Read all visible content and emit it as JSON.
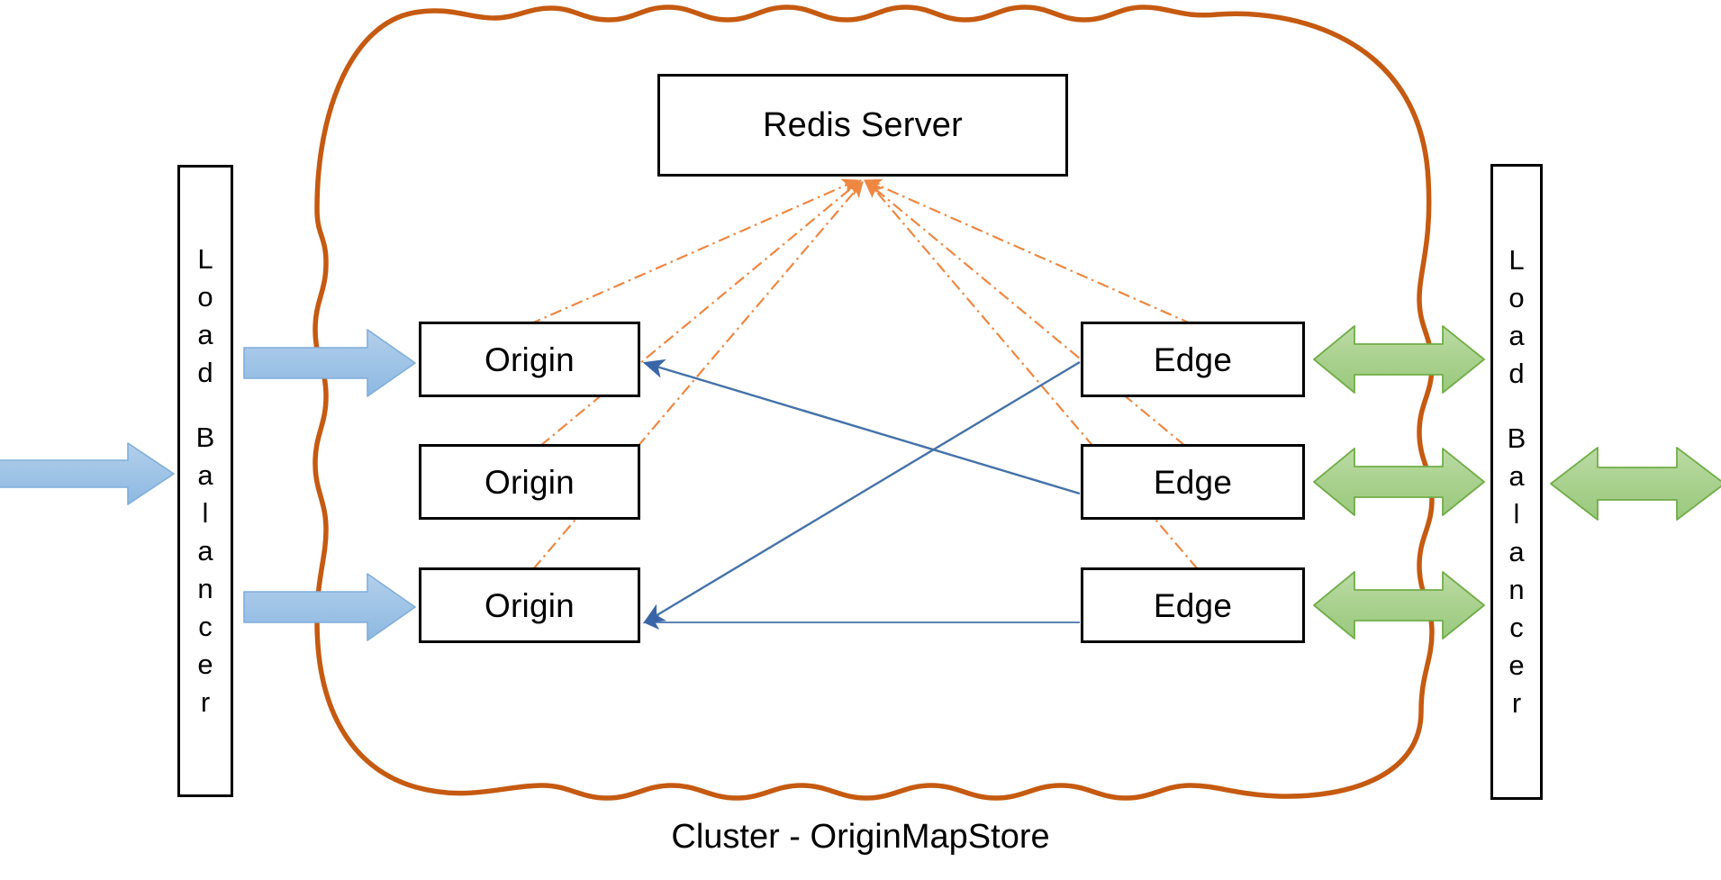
{
  "diagram": {
    "caption": "Cluster - OriginMapStore",
    "cluster_boundary": {
      "label": "Cluster - OriginMapStore",
      "style": "wavy rounded rectangle",
      "color": "#C55A11"
    },
    "redis": {
      "label": "Redis Server"
    },
    "origins": [
      {
        "label": "Origin"
      },
      {
        "label": "Origin"
      },
      {
        "label": "Origin"
      }
    ],
    "edges": [
      {
        "label": "Edge"
      },
      {
        "label": "Edge"
      },
      {
        "label": "Edge"
      }
    ],
    "load_balancer_left": {
      "name": "Load Balancer",
      "letters": [
        "L",
        "o",
        "a",
        "d",
        "",
        "B",
        "a",
        "l",
        "a",
        "n",
        "c",
        "e",
        "r"
      ]
    },
    "load_balancer_right": {
      "name": "Load Balancer",
      "letters": [
        "L",
        "o",
        "a",
        "d",
        "",
        "B",
        "a",
        "l",
        "a",
        "n",
        "c",
        "e",
        "r"
      ]
    },
    "colors": {
      "cluster_outline": "#C55A11",
      "redis_link": "#ED7D31",
      "blue_arrow_fill": "#9DC3E6",
      "blue_arrow_stroke": "#5B9BD5",
      "green_arrow_fill": "#A9D18E",
      "green_arrow_stroke": "#70AD47",
      "connector_line": "#4472A8",
      "box_outline": "#000000",
      "box_fill": "#FFFFFF"
    },
    "connectors": {
      "ingress_arrows": 3,
      "egress_arrows": 4,
      "redis_links": 6,
      "edge_to_origin_links": 3
    }
  }
}
